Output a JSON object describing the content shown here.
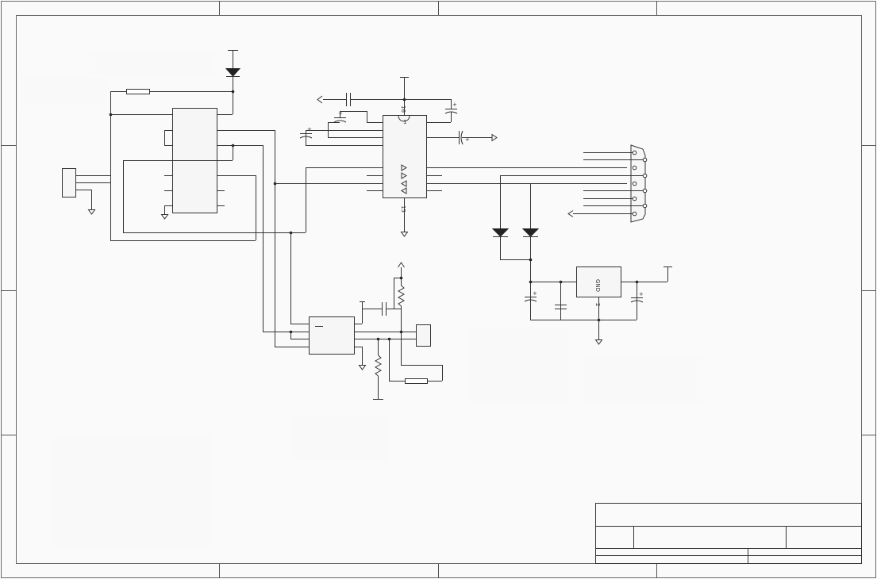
{
  "sheet": {
    "background": "#ffffff",
    "line_color": "#333333"
  },
  "chips": {
    "max232": {
      "pin_top": "16",
      "pin_notch": "1",
      "pin_bottom": "15"
    },
    "regulator": {
      "pin_gnd": "GND",
      "pin_bottom": "2"
    }
  }
}
